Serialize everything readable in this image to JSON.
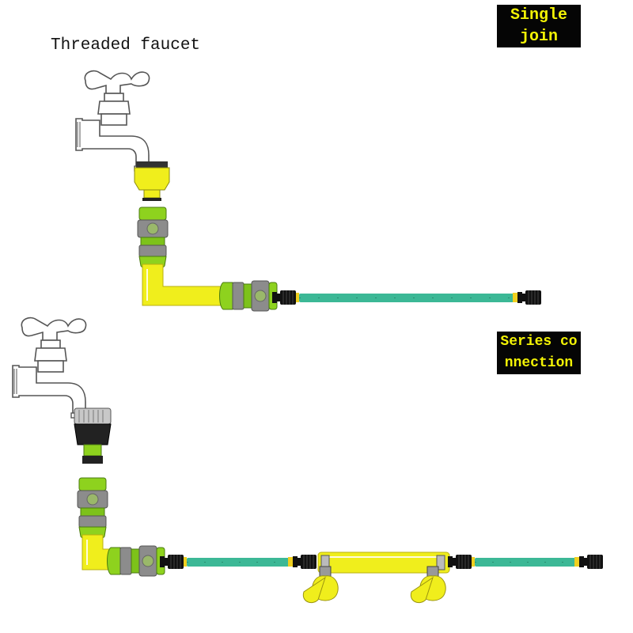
{
  "labels": {
    "threaded_faucet": "Threaded faucet",
    "single_join": [
      "Single",
      "join"
    ],
    "series_connection": [
      "Series co",
      "nnection"
    ]
  },
  "colors": {
    "background": "#ffffff",
    "badge_background": "#050505",
    "badge_text": "#f2f205",
    "hose_teal": "#3cb896",
    "connector_green": "#8ed21e",
    "connector_grey": "#8c8c8c",
    "pipe_yellow": "#f0ee1c",
    "fitting_black": "#111111"
  }
}
